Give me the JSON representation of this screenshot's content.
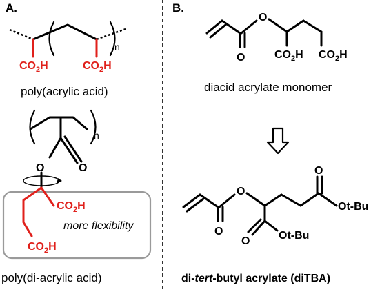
{
  "panels": {
    "a_label": "A.",
    "b_label": "B."
  },
  "panel_a": {
    "caption_top": "poly(acrylic acid)",
    "caption_bottom": "poly(di-acrylic acid)",
    "note": "more flexibility",
    "repeat_n": "n",
    "acid_group": [
      "CO",
      "2",
      "H"
    ],
    "oxygen": "O"
  },
  "panel_b": {
    "monomer_caption": "diacid acrylate monomer",
    "product_caption_parts": [
      "di-",
      "tert",
      "-butyl acrylate (diTBA)"
    ],
    "oxygen": "O",
    "acid_group": [
      "CO",
      "2",
      "H"
    ],
    "ester_group": "Ot-Bu"
  },
  "colors": {
    "highlight": "#e0201b",
    "box": "#9a9a9a"
  },
  "icons": [
    "rotation-arrow-icon",
    "down-arrow-icon"
  ]
}
